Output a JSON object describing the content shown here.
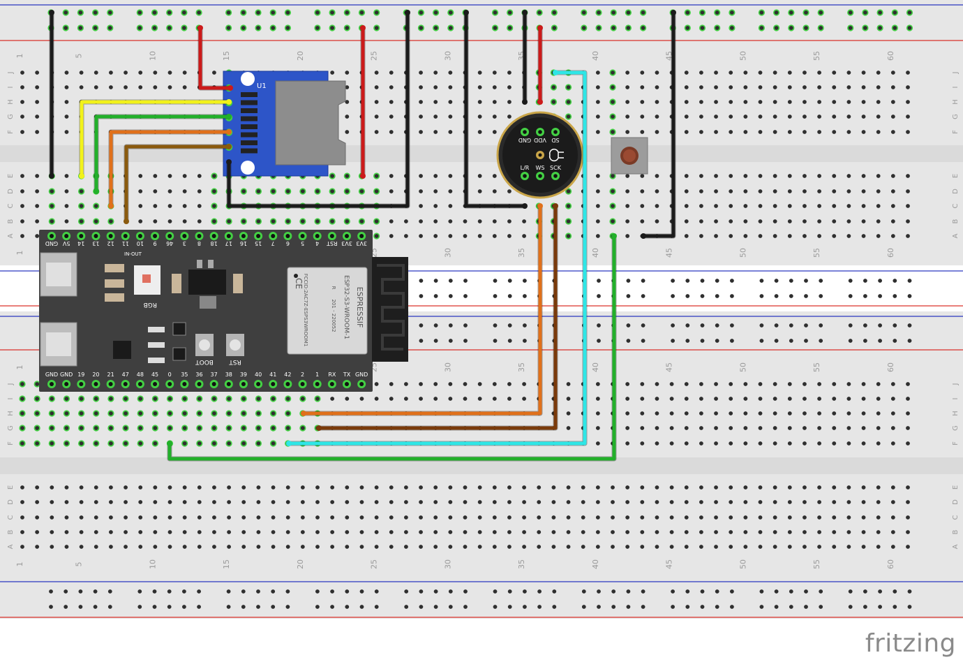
{
  "watermark": "fritzing",
  "colors": {
    "board": "#e6e6e6",
    "board_shade": "#dadada",
    "hole": "#2f2f2f",
    "hole_active": "#44d044",
    "rail_red": "#d9302a",
    "rail_blue": "#2a37c0",
    "label": "#9a9a9a",
    "pcb_dark": "#3f3f3f",
    "sd_blue": "#2d55c8",
    "wire_black": "#1b1b1b",
    "wire_red": "#cc1a1a",
    "wire_yellow": "#f2f21a",
    "wire_green": "#22b02a",
    "wire_orange": "#e0701a",
    "wire_brown": "#8a5a0e",
    "wire_darkbrown": "#7a3a0a",
    "wire_cyan": "#2ee6e6"
  },
  "breadboard": {
    "row_letters_top": [
      "J",
      "I",
      "H",
      "G",
      "F"
    ],
    "row_letters_bottom": [
      "E",
      "D",
      "C",
      "B",
      "A"
    ],
    "column_numbers": [
      "1",
      "5",
      "10",
      "15",
      "20",
      "25",
      "30",
      "35",
      "40",
      "45",
      "50",
      "55",
      "60"
    ]
  },
  "sd_module": {
    "ref_label": "U1"
  },
  "microphone": {
    "pins_top": [
      "SD",
      "VDD",
      "GND"
    ],
    "pins_bottom": [
      "SCK",
      "WS",
      "L/R"
    ]
  },
  "esp32": {
    "brand": "ESPRESSIF",
    "module_name": "ESP32-S3-WROOM-1",
    "cert_text": "FCCID:2AC7Z-ESPS3WROOM1",
    "approval_text": "201 - 220052",
    "ce_mark": "CE",
    "r_mark": "R",
    "rgb_label": "RGB",
    "inout_label": "IN-OUT",
    "boot_label": "BOOT",
    "rst_label": "RST",
    "top_pins": [
      "GND",
      "5V",
      "14",
      "13",
      "12",
      "11",
      "10",
      "9",
      "46",
      "3",
      "8",
      "18",
      "17",
      "16",
      "15",
      "7",
      "6",
      "5",
      "4",
      "RST",
      "3V3",
      "3V3"
    ],
    "bottom_pins": [
      "GND",
      "GND",
      "19",
      "20",
      "21",
      "47",
      "48",
      "45",
      "0",
      "35",
      "36",
      "37",
      "38",
      "39",
      "40",
      "41",
      "42",
      "2",
      "1",
      "RX",
      "TX",
      "GND"
    ]
  }
}
